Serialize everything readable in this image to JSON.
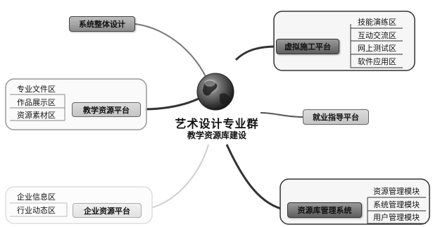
{
  "center": {
    "title": "艺术设计专业群",
    "subtitle": "教学资源库建设",
    "icon": "globe-icon"
  },
  "branches": {
    "system_design": {
      "label": "系统整体设计"
    },
    "virtual_platform": {
      "label": "虚拟施工平台",
      "children": [
        "技能演练区",
        "互动交流区",
        "网上测试区",
        "软件应用区"
      ]
    },
    "teaching_platform": {
      "label": "教学资源平台",
      "children": [
        "专业文件区",
        "作品展示区",
        "资源素材区"
      ]
    },
    "employment_platform": {
      "label": "就业指导平台"
    },
    "enterprise_platform": {
      "label": "企业资源平台",
      "children": [
        "企业信息区",
        "行业动态区"
      ]
    },
    "repo_management": {
      "label": "资源库管理系统",
      "children": [
        "资源管理模块",
        "系统管理模块",
        "用户管理模块"
      ]
    }
  },
  "colors": {
    "line": "#333333",
    "faint_line": "#c8c8c8",
    "dark_box": "#707070",
    "globe": "#2a2a2a"
  }
}
